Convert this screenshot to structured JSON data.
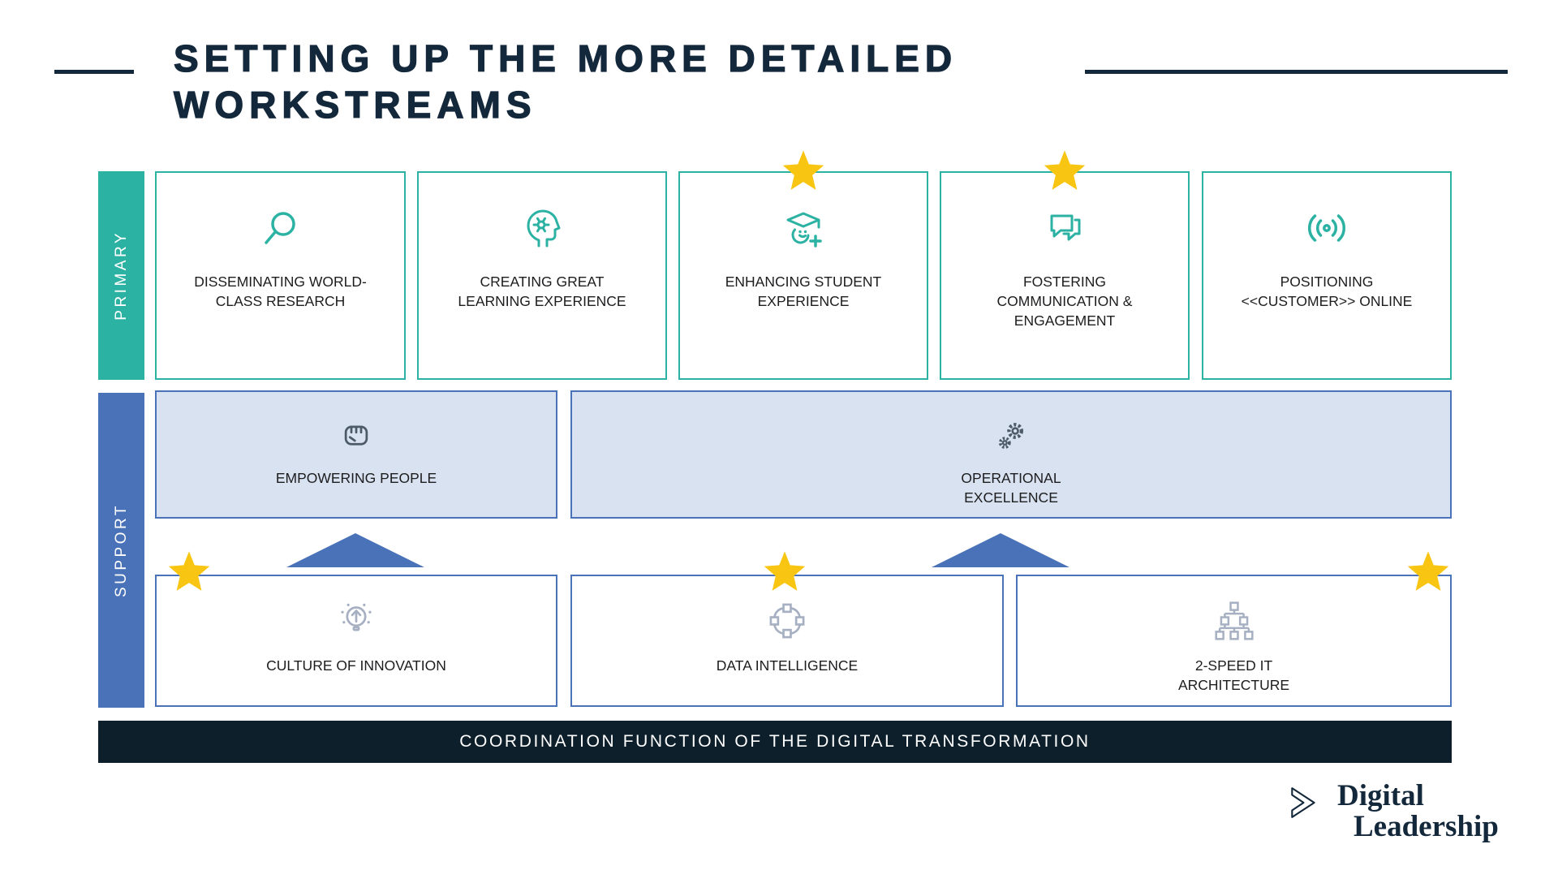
{
  "title": {
    "line1": "SETTING UP THE MORE DETAILED",
    "line2": "WORKSTREAMS"
  },
  "primary": {
    "label": "PRIMARY",
    "boxes": [
      {
        "label": "DISSEMINATING WORLD-CLASS RESEARCH",
        "icon": "magnifier-icon",
        "starred": false
      },
      {
        "label": "CREATING GREAT LEARNING EXPERIENCE",
        "icon": "head-gear-icon",
        "starred": false
      },
      {
        "label": "ENHANCING STUDENT EXPERIENCE",
        "icon": "graduate-icon",
        "starred": true
      },
      {
        "label": "FOSTERING COMMUNICATION & ENGAGEMENT",
        "icon": "chat-bubbles-icon",
        "starred": true
      },
      {
        "label": "POSITIONING <<CUSTOMER>> ONLINE",
        "icon": "broadcast-icon",
        "starred": false
      }
    ]
  },
  "support": {
    "label": "SUPPORT",
    "middle_boxes": [
      {
        "label": "EMPOWERING PEOPLE",
        "icon": "fist-icon"
      },
      {
        "label": "OPERATIONAL EXCELLENCE",
        "icon": "gears-icon"
      }
    ],
    "bottom_boxes": [
      {
        "label": "CULTURE OF INNOVATION",
        "icon": "innovation-bulb-icon",
        "star_position": "top-left"
      },
      {
        "label": "DATA INTELLIGENCE",
        "icon": "data-flow-icon",
        "star_position": "top-center"
      },
      {
        "label": "2-SPEED IT ARCHITECTURE",
        "icon": "it-architecture-icon",
        "star_position": "top-right"
      }
    ]
  },
  "footer_bar": {
    "label": "COORDINATION FUNCTION OF THE DIGITAL TRANSFORMATION"
  },
  "logo": {
    "line1": "Digital",
    "line2": "Leadership"
  },
  "colors": {
    "teal": "#2CB2A3",
    "blue": "#4A72B8",
    "light_blue_fill": "#D9E2F0",
    "navy_title": "#14283C",
    "footer_navy": "#0E1F2C",
    "star_yellow": "#F9C513",
    "icon_gray": "#A6B0C2",
    "icon_dark_gray": "#4D5A68"
  }
}
